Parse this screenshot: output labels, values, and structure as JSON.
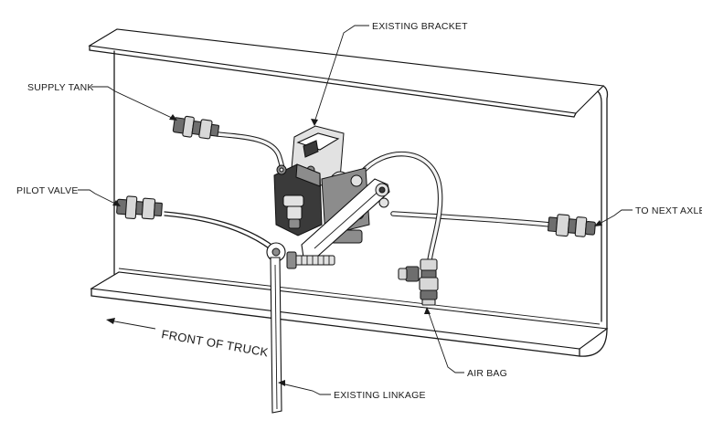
{
  "labels": {
    "existing_bracket": "EXISTING BRACKET",
    "supply_tank": "SUPPLY TANK",
    "pilot_valve": "PILOT VALVE",
    "to_next_axle": "TO NEXT AXLE",
    "front_of_truck": "FRONT OF TRUCK",
    "air_bag": "AIR BAG",
    "existing_linkage": "EXISTING LINKAGE"
  }
}
